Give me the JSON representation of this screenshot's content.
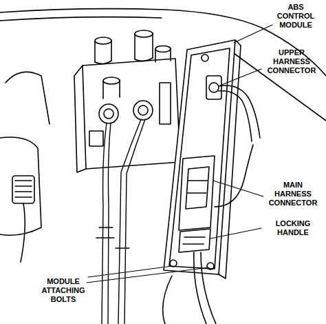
{
  "diagram": {
    "labels": [
      "ABS CONTROL MODULE",
      "UPPER HARNESS CONNECTOR",
      "MAIN HARNESS CONNECTOR",
      "LOCKING HANDLE",
      "MODULE ATTACHING BOLTS"
    ]
  }
}
